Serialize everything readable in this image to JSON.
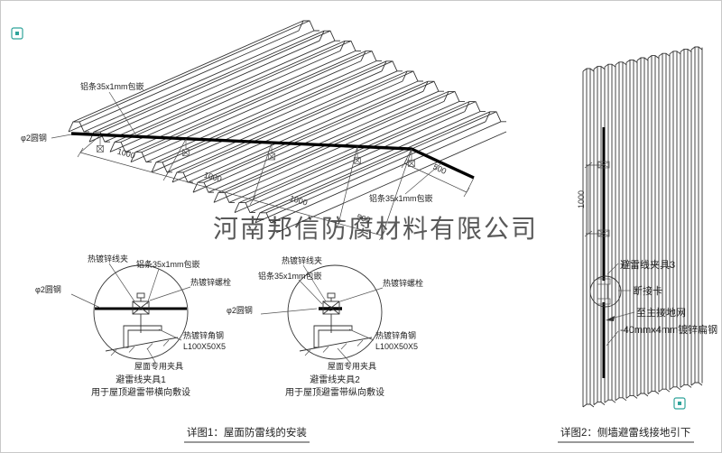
{
  "watermark": "河南邦信防腐材料有限公司",
  "roof": {
    "label_strip_top": "铝条35x1mm包嵌",
    "label_round_steel": "φ2圆钢",
    "label_strip_right": "铝条35x1mm包嵌",
    "dims": {
      "d1": "1000",
      "d2": "1000",
      "d3": "1000",
      "d4": "500",
      "d5": "500"
    }
  },
  "detail1": {
    "label_clip": "热镀锌线夹",
    "label_strip": "铝条35x1mm包嵌",
    "label_bolt": "热镀锌螺栓",
    "label_round_steel": "φ2圆钢",
    "label_angle": "热镀锌角钢",
    "label_angle_size": "L100X50X5",
    "label_roof_clamp": "屋面专用夹具",
    "title": "避雷线夹具1",
    "subtitle": "用于屋顶避雷带横向敷设"
  },
  "detail2": {
    "label_clip": "热镀锌线夹",
    "label_strip": "铝条35x1mm包嵌",
    "label_bolt": "热镀锌螺栓",
    "label_round_steel": "φ2圆钢",
    "label_angle": "热镀锌角钢",
    "label_angle_size": "L100X50X5",
    "label_roof_clamp": "屋面专用夹具",
    "title": "避雷线夹具2",
    "subtitle": "用于屋顶避雷带纵向敷设"
  },
  "wall": {
    "label_clamp": "避雷线夹具3",
    "label_disconnect": "断接卡",
    "label_ground": "至主接地网",
    "label_flat_steel": "-40mmx4mm镀锌扁钢",
    "dim": "1000"
  },
  "captions": {
    "detail1": "详图1：屋面防雷线的安装",
    "detail2": "详图2：侧墙避雷线接地引下"
  },
  "colors": {
    "line": "#333333",
    "wire": "#000000",
    "red_label": "#cc2222",
    "watermark": "#9e9e9e",
    "stamp": "#2fa39a"
  }
}
